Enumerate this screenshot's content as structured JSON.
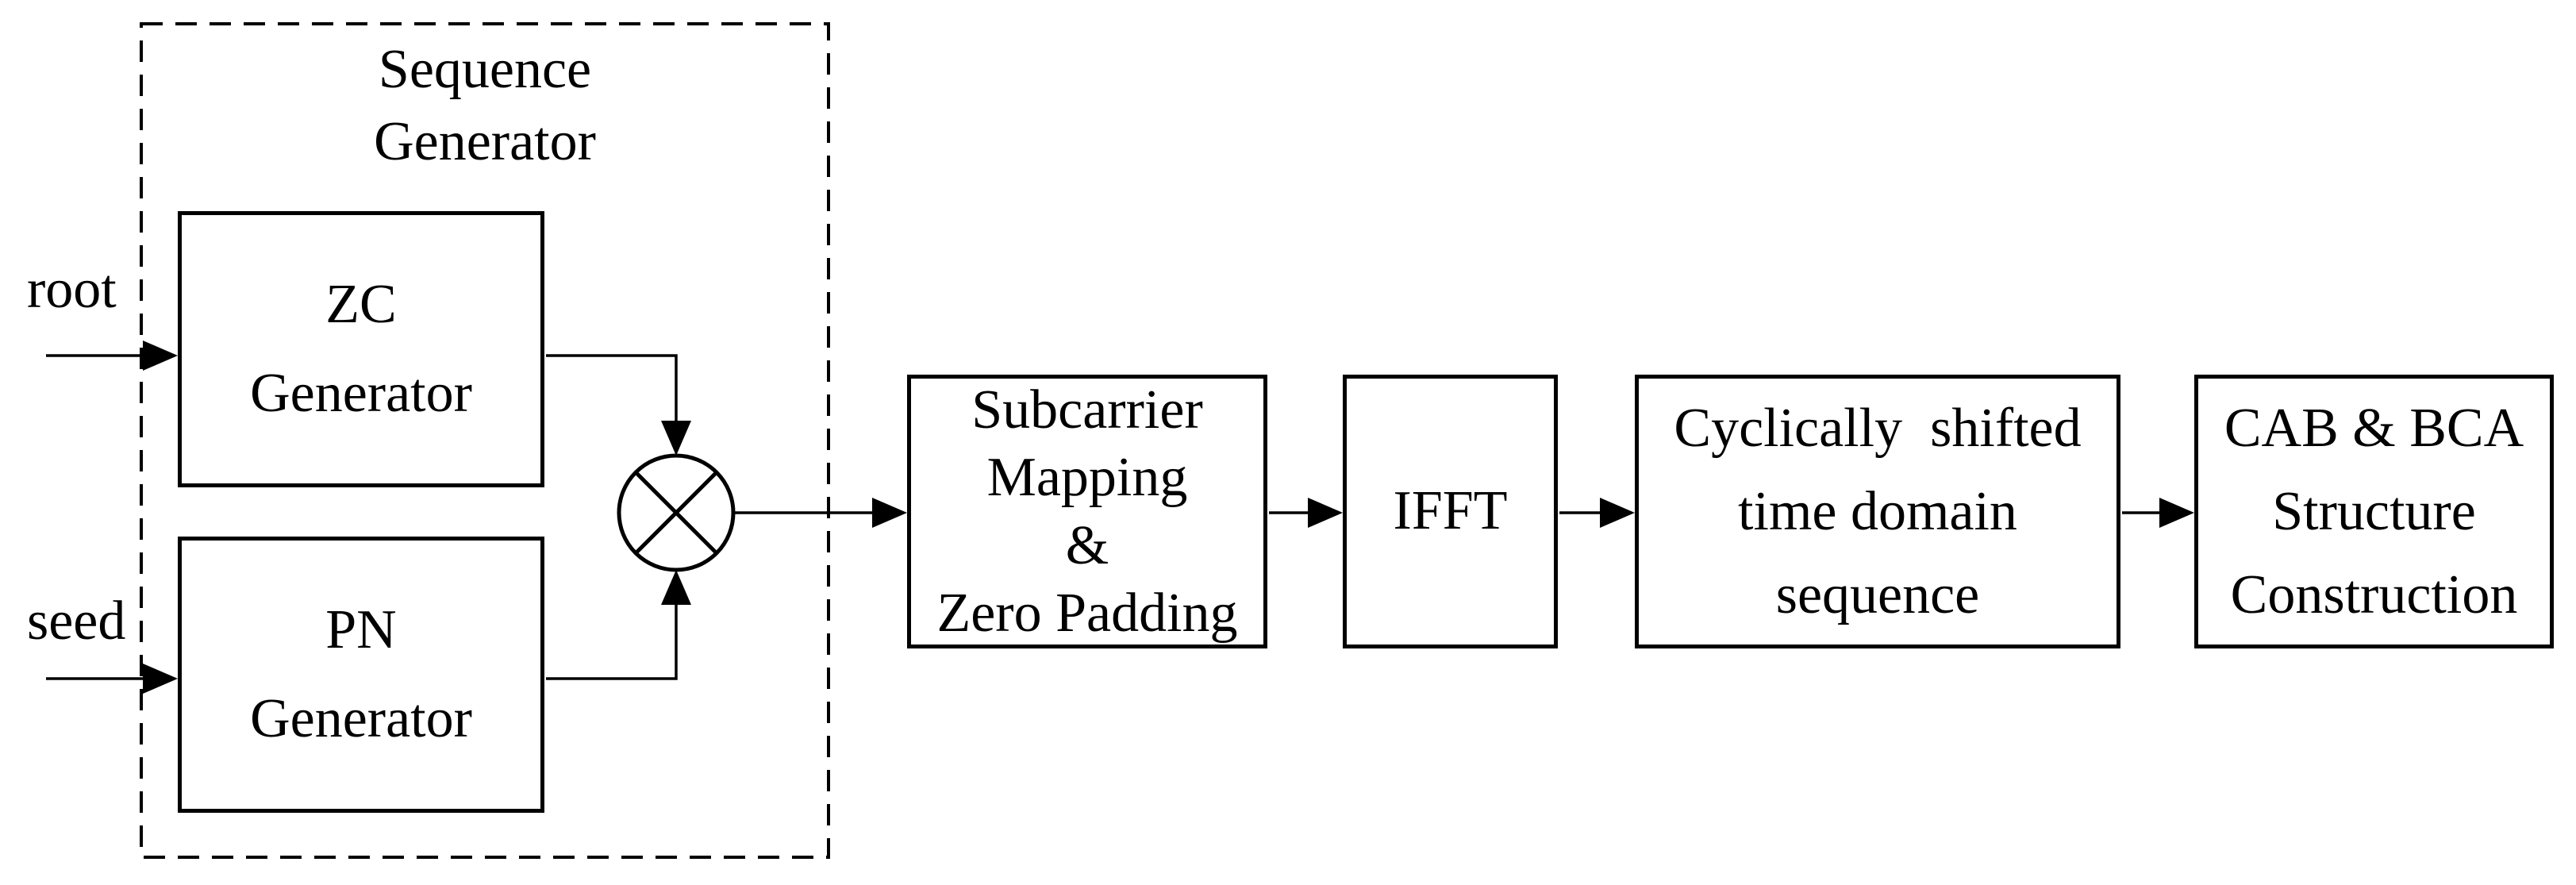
{
  "colors": {
    "stroke": "#000000",
    "background": "#ffffff"
  },
  "sequence_generator": {
    "title": {
      "line1": "Sequence",
      "line2": "Generator"
    },
    "inputs": {
      "root_label": "root",
      "seed_label": "seed"
    },
    "blocks": {
      "zc": {
        "line1": "ZC",
        "line2": "Generator"
      },
      "pn": {
        "line1": "PN",
        "line2": "Generator"
      }
    },
    "multiplier": {
      "icon": "multiply-circle"
    }
  },
  "blocks": {
    "subcarrier": {
      "line1": "Subcarrier",
      "line2": "Mapping",
      "line3": "&",
      "line4": "Zero Padding"
    },
    "ifft": {
      "line1": "IFFT"
    },
    "cyclic_shift": {
      "line1": "Cyclically  shifted",
      "line2": "time domain",
      "line3": "sequence"
    },
    "cab_bca": {
      "line1": "CAB & BCA",
      "line2": "Structure",
      "line3": "Construction"
    }
  }
}
